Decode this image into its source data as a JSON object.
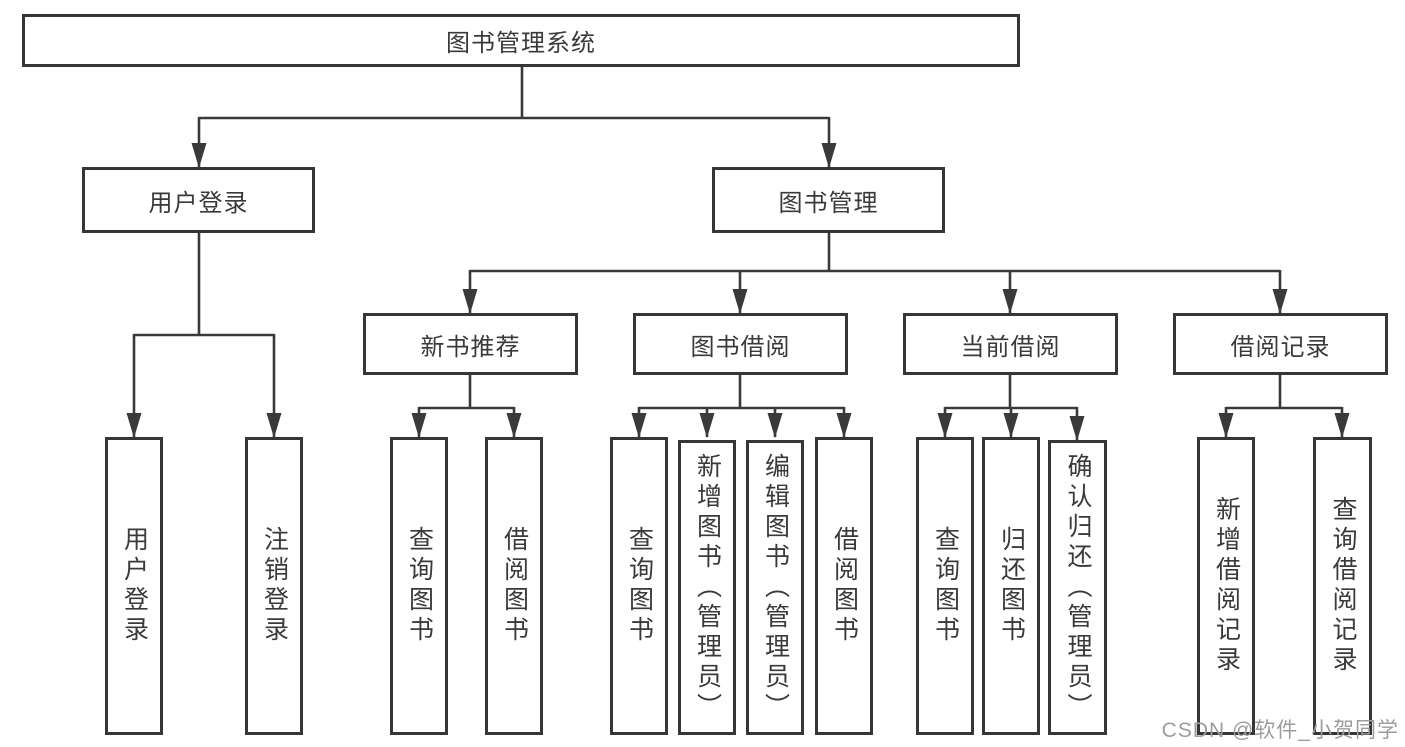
{
  "diagram": {
    "colors": {
      "line": "#3a3a3a",
      "border": "#363636",
      "text": "#3a3a3a",
      "background": "#ffffff",
      "watermark": "#9c9c9c"
    },
    "watermark": "CSDN @软件_小贺同学",
    "tree": {
      "root": {
        "label": "图书管理系统"
      },
      "level2": [
        {
          "label": "用户登录",
          "children": [
            {
              "label": "用户登录"
            },
            {
              "label": "注销登录"
            }
          ]
        },
        {
          "label": "图书管理",
          "children": [
            {
              "label": "新书推荐",
              "children": [
                {
                  "label": "查询图书"
                },
                {
                  "label": "借阅图书"
                }
              ]
            },
            {
              "label": "图书借阅",
              "children": [
                {
                  "label": "查询图书"
                },
                {
                  "label": "新增图书（管理员）"
                },
                {
                  "label": "编辑图书（管理员）"
                },
                {
                  "label": "借阅图书"
                }
              ]
            },
            {
              "label": "当前借阅",
              "children": [
                {
                  "label": "查询图书"
                },
                {
                  "label": "归还图书"
                },
                {
                  "label": "确认归还（管理员）"
                }
              ]
            },
            {
              "label": "借阅记录",
              "children": [
                {
                  "label": "新增借阅记录"
                },
                {
                  "label": "查询借阅记录"
                }
              ]
            }
          ]
        }
      ]
    }
  }
}
